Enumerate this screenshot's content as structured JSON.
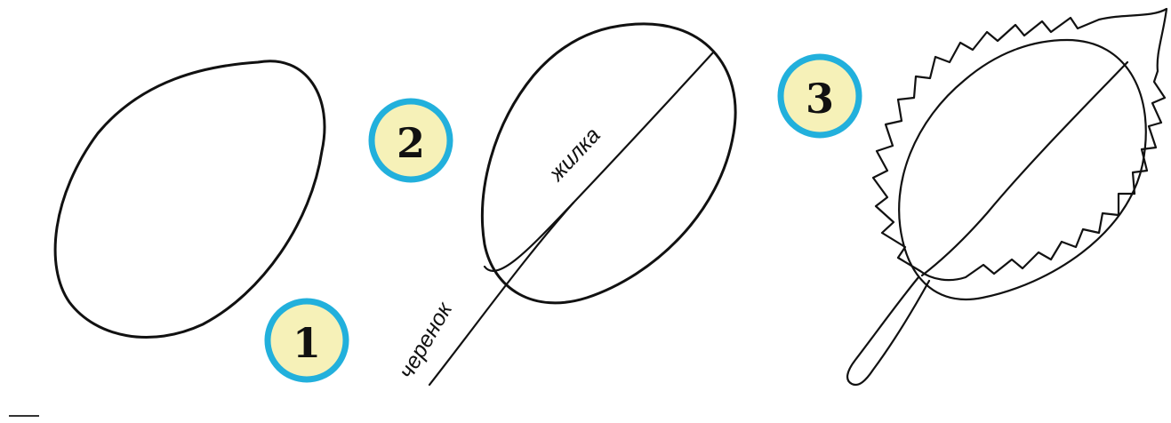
{
  "steps": [
    {
      "number": "1"
    },
    {
      "number": "2"
    },
    {
      "number": "3"
    }
  ],
  "labels": {
    "vein": "жилка",
    "stem": "черенок"
  },
  "colors": {
    "badge_ring": "#22b0dc",
    "badge_fill": "#f6f1b8",
    "line": "#111111",
    "background": "#ffffff"
  }
}
